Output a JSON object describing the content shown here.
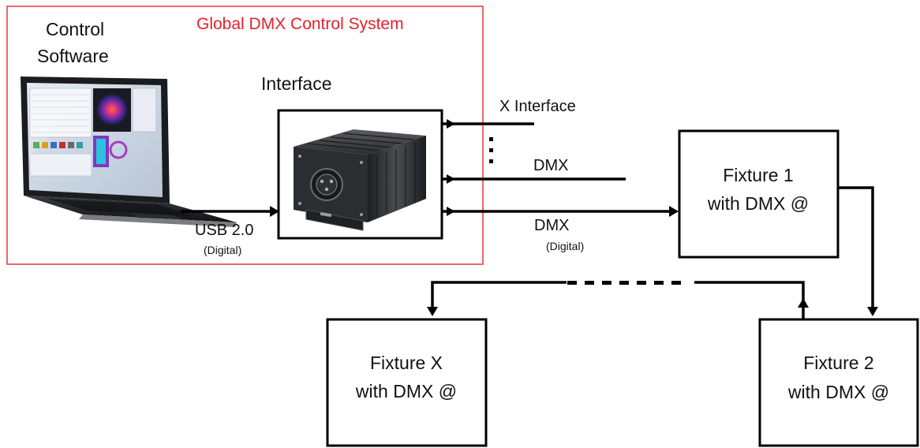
{
  "system_title": "Global DMX Control System",
  "control_software": {
    "line1": "Control",
    "line2": "Software"
  },
  "interface_label": "Interface",
  "usb": {
    "label": "USB 2.0",
    "sub": "(Digital)"
  },
  "outputs": {
    "x_interface": "X Interface",
    "dmx_middle": "DMX",
    "dmx_bottom": "DMX",
    "dmx_bottom_sub": "(Digital)"
  },
  "fixtures": {
    "fixture1": {
      "line1": "Fixture 1",
      "line2": "with DMX @"
    },
    "fixture2": {
      "line1": "Fixture 2",
      "line2": "with DMX @"
    },
    "fixturex": {
      "line1": "Fixture X",
      "line2": "with DMX @"
    }
  },
  "colors": {
    "system_border": "#e8343a",
    "system_title": "#e8202a",
    "lines": "#000000",
    "device_body": "#2b2d30"
  },
  "icons": {
    "laptop": "laptop-icon",
    "dmx_interface": "dmx-interface-box-icon"
  }
}
